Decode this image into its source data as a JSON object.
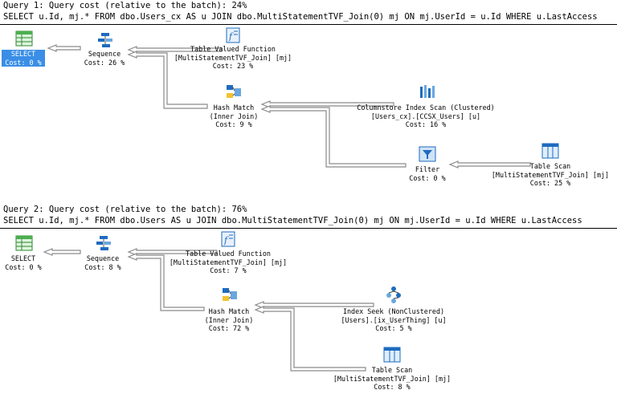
{
  "q1": {
    "header": "Query 1: Query cost (relative to the batch): 24%",
    "sql": "SELECT u.Id, mj.* FROM dbo.Users_cx AS u JOIN dbo.MultiStatementTVF_Join(0) mj ON mj.UserId = u.Id WHERE u.LastAccess",
    "select": {
      "name": "SELECT",
      "cost": "Cost: 0 %"
    },
    "sequence": {
      "name": "Sequence",
      "cost": "Cost: 26 %"
    },
    "tvf": {
      "name": "Table Valued Function",
      "obj": "[MultiStatementTVF_Join] [mj]",
      "cost": "Cost: 23 %"
    },
    "hash": {
      "name": "Hash Match",
      "sub": "(Inner Join)",
      "cost": "Cost: 9 %"
    },
    "colscan": {
      "name": "Columnstore Index Scan (Clustered)",
      "obj": "[Users_cx].[CCSX_Users] [u]",
      "cost": "Cost: 16 %"
    },
    "filter": {
      "name": "Filter",
      "cost": "Cost: 0 %"
    },
    "tscan": {
      "name": "Table Scan",
      "obj": "[MultiStatementTVF_Join] [mj]",
      "cost": "Cost: 25 %"
    }
  },
  "q2": {
    "header": "Query 2: Query cost (relative to the batch): 76%",
    "sql": "SELECT u.Id, mj.* FROM dbo.Users AS u JOIN dbo.MultiStatementTVF_Join(0) mj ON mj.UserId = u.Id WHERE u.LastAccess",
    "select": {
      "name": "SELECT",
      "cost": "Cost: 0 %"
    },
    "sequence": {
      "name": "Sequence",
      "cost": "Cost: 8 %"
    },
    "tvf": {
      "name": "Table Valued Function",
      "obj": "[MultiStatementTVF_Join] [mj]",
      "cost": "Cost: 7 %"
    },
    "hash": {
      "name": "Hash Match",
      "sub": "(Inner Join)",
      "cost": "Cost: 72 %"
    },
    "seek": {
      "name": "Index Seek (NonClustered)",
      "obj": "[Users].[ix_UserThing] [u]",
      "cost": "Cost: 5 %"
    },
    "tscan": {
      "name": "Table Scan",
      "obj": "[MultiStatementTVF_Join] [mj]",
      "cost": "Cost: 8 %"
    }
  },
  "colors": {
    "selection": "#3a8ee6",
    "arrow_fill": "#ffffff",
    "arrow_stroke": "#8a8a8a"
  }
}
